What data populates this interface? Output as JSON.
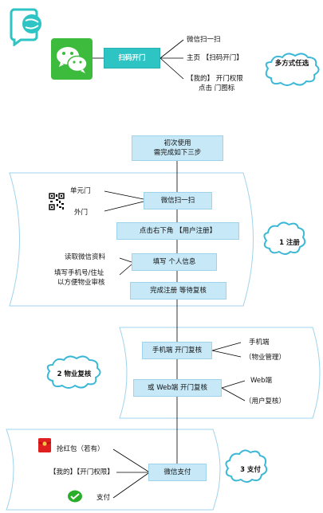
{
  "colors": {
    "box_fill": "#c7e8f7",
    "box_border": "#9fd3ec",
    "accent_teal": "#2ec4c4",
    "wechat_green": "#3dbb3d",
    "line": "#000000",
    "panel_border": "#9fd3ec"
  },
  "icons": [
    "app-logo-icon",
    "wechat-logo-icon",
    "qr-code-icon",
    "red-packet-icon",
    "wechat-pay-icon"
  ],
  "top": {
    "scan_box": "扫码开门",
    "opt1": "微信扫一扫",
    "opt2": "主页 【扫码开门】",
    "opt3_line1": "【我的】 开门权限",
    "opt3_line2": "点击 门图标",
    "cloud": "多方式任选"
  },
  "start": {
    "line1": "初次使用",
    "line2": "需完成如下三步"
  },
  "register": {
    "b1": "微信扫一扫",
    "b2": "点击右下角 【用户注册】",
    "b3": "填写 个人信息",
    "b4": "完成注册 等待复核",
    "l_unit": "单元门",
    "l_outer": "外门",
    "l_read": "读取微信资料",
    "l_fill1": "填写手机号/住址",
    "l_fill2": "以方便物业审核",
    "cloud": "1 注册"
  },
  "review": {
    "b1": "手机端 开门复核",
    "b2": "或 Web端 开门复核",
    "r1": "手机端",
    "r2": "（物业管理）",
    "r3": "Web端",
    "r4": "（用户复核）",
    "cloud": "2 物业复核"
  },
  "pay": {
    "b1": "微信支付",
    "l1": "抢红包（若有）",
    "l2": "【我的】【开门权限】",
    "l3": "支付",
    "cloud": "3 支付"
  }
}
